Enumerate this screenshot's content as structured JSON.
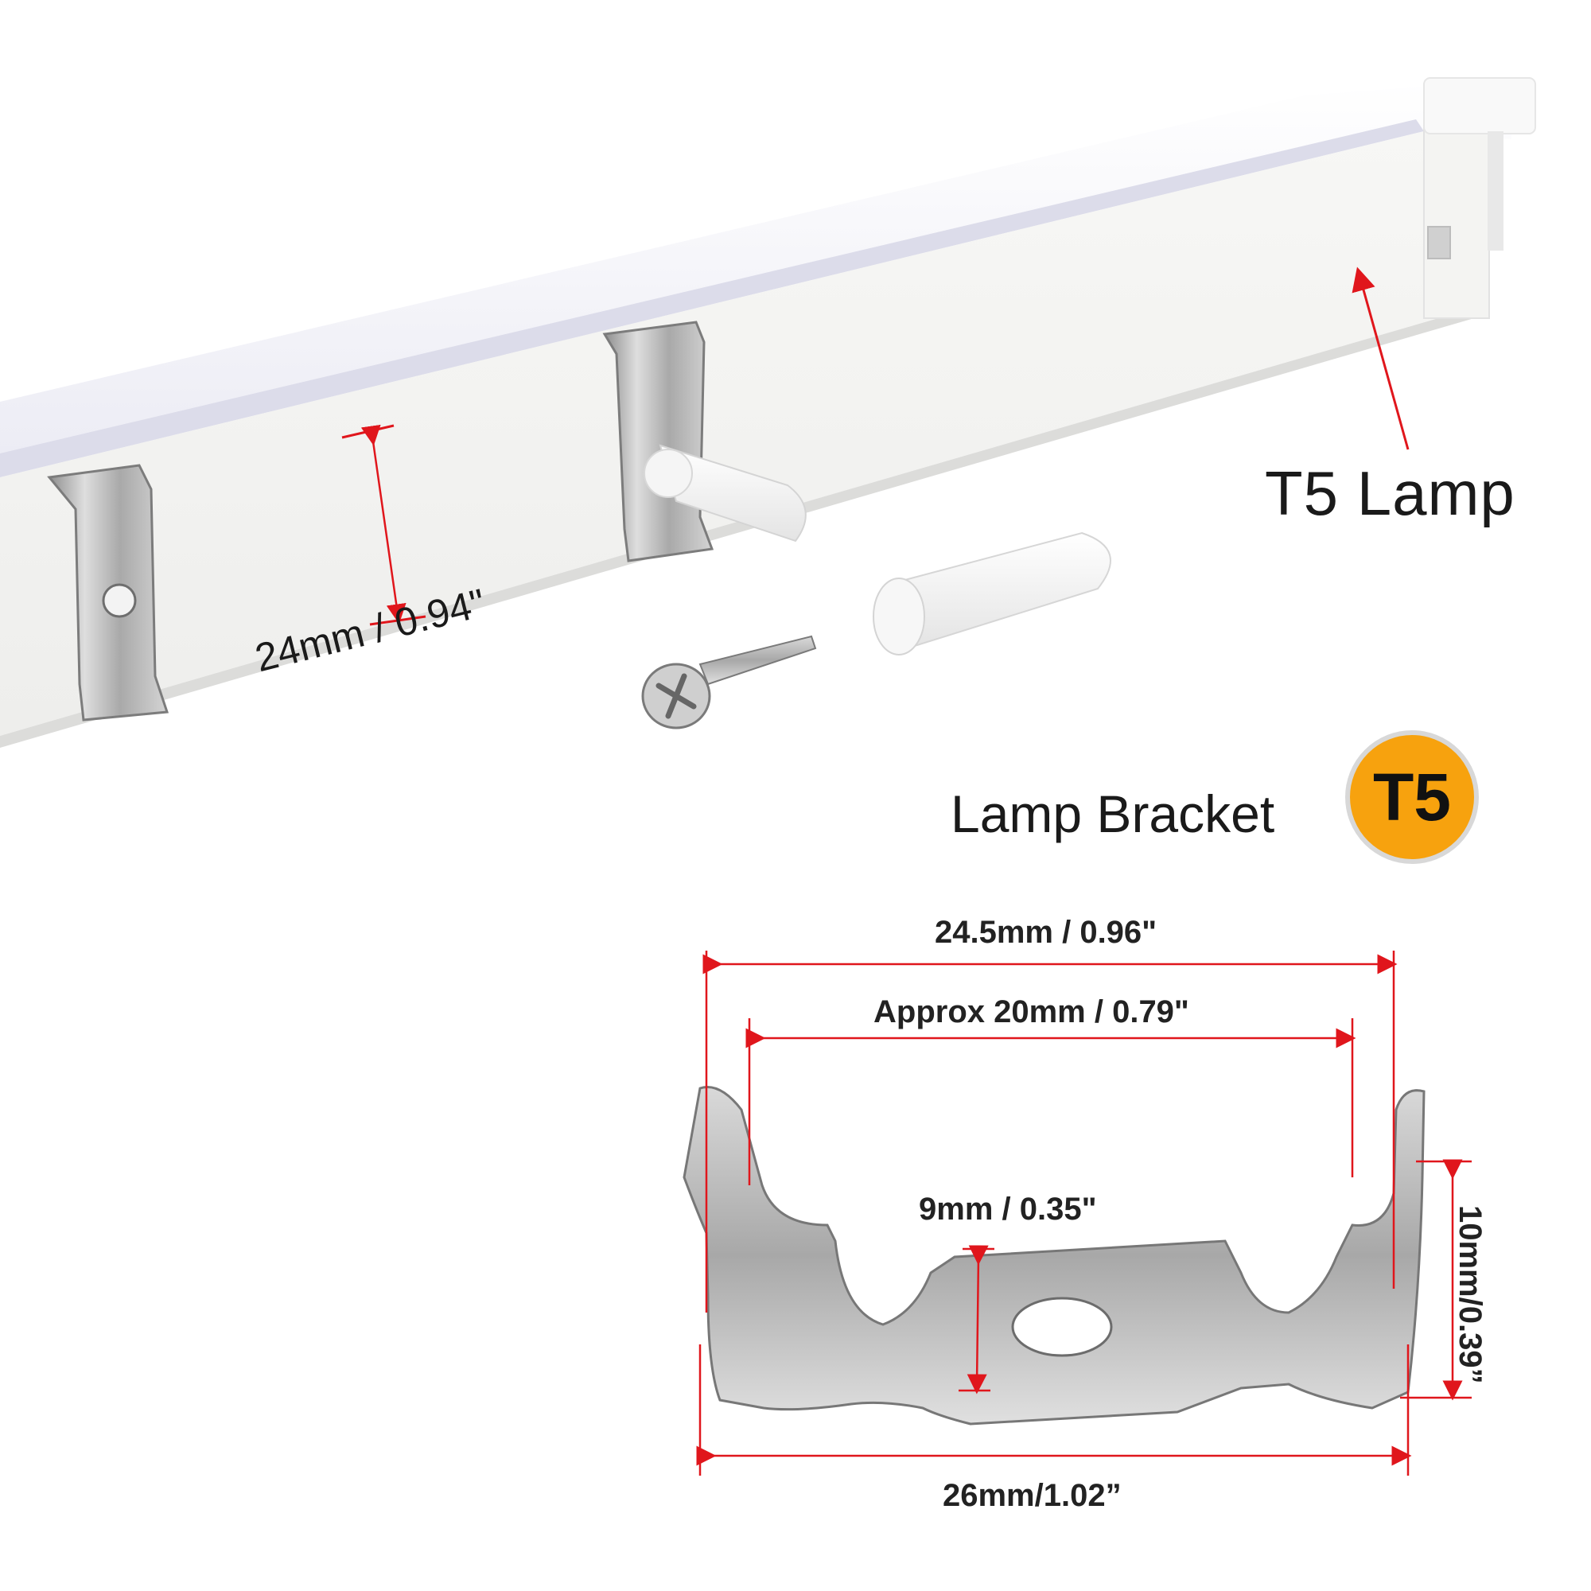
{
  "labels": {
    "lamp_title": "T5 Lamp",
    "bracket_title": "Lamp Bracket",
    "badge": "T5",
    "lamp_height": "24mm / 0.94\"",
    "bracket_outer_width": "24.5mm / 0.96\"",
    "bracket_inner_width": "Approx  20mm / 0.79\"",
    "bracket_depth": "9mm / 0.35\"",
    "bracket_height": "10mm/0.39”",
    "bracket_base_width": "26mm/1.02”"
  },
  "colors": {
    "dimension_line": "#e0161c",
    "badge_fill": "#f7a20e",
    "lamp_body": "#f2f2f0",
    "diffuser": "#ecebf7",
    "metal": "#b8b8b8"
  }
}
